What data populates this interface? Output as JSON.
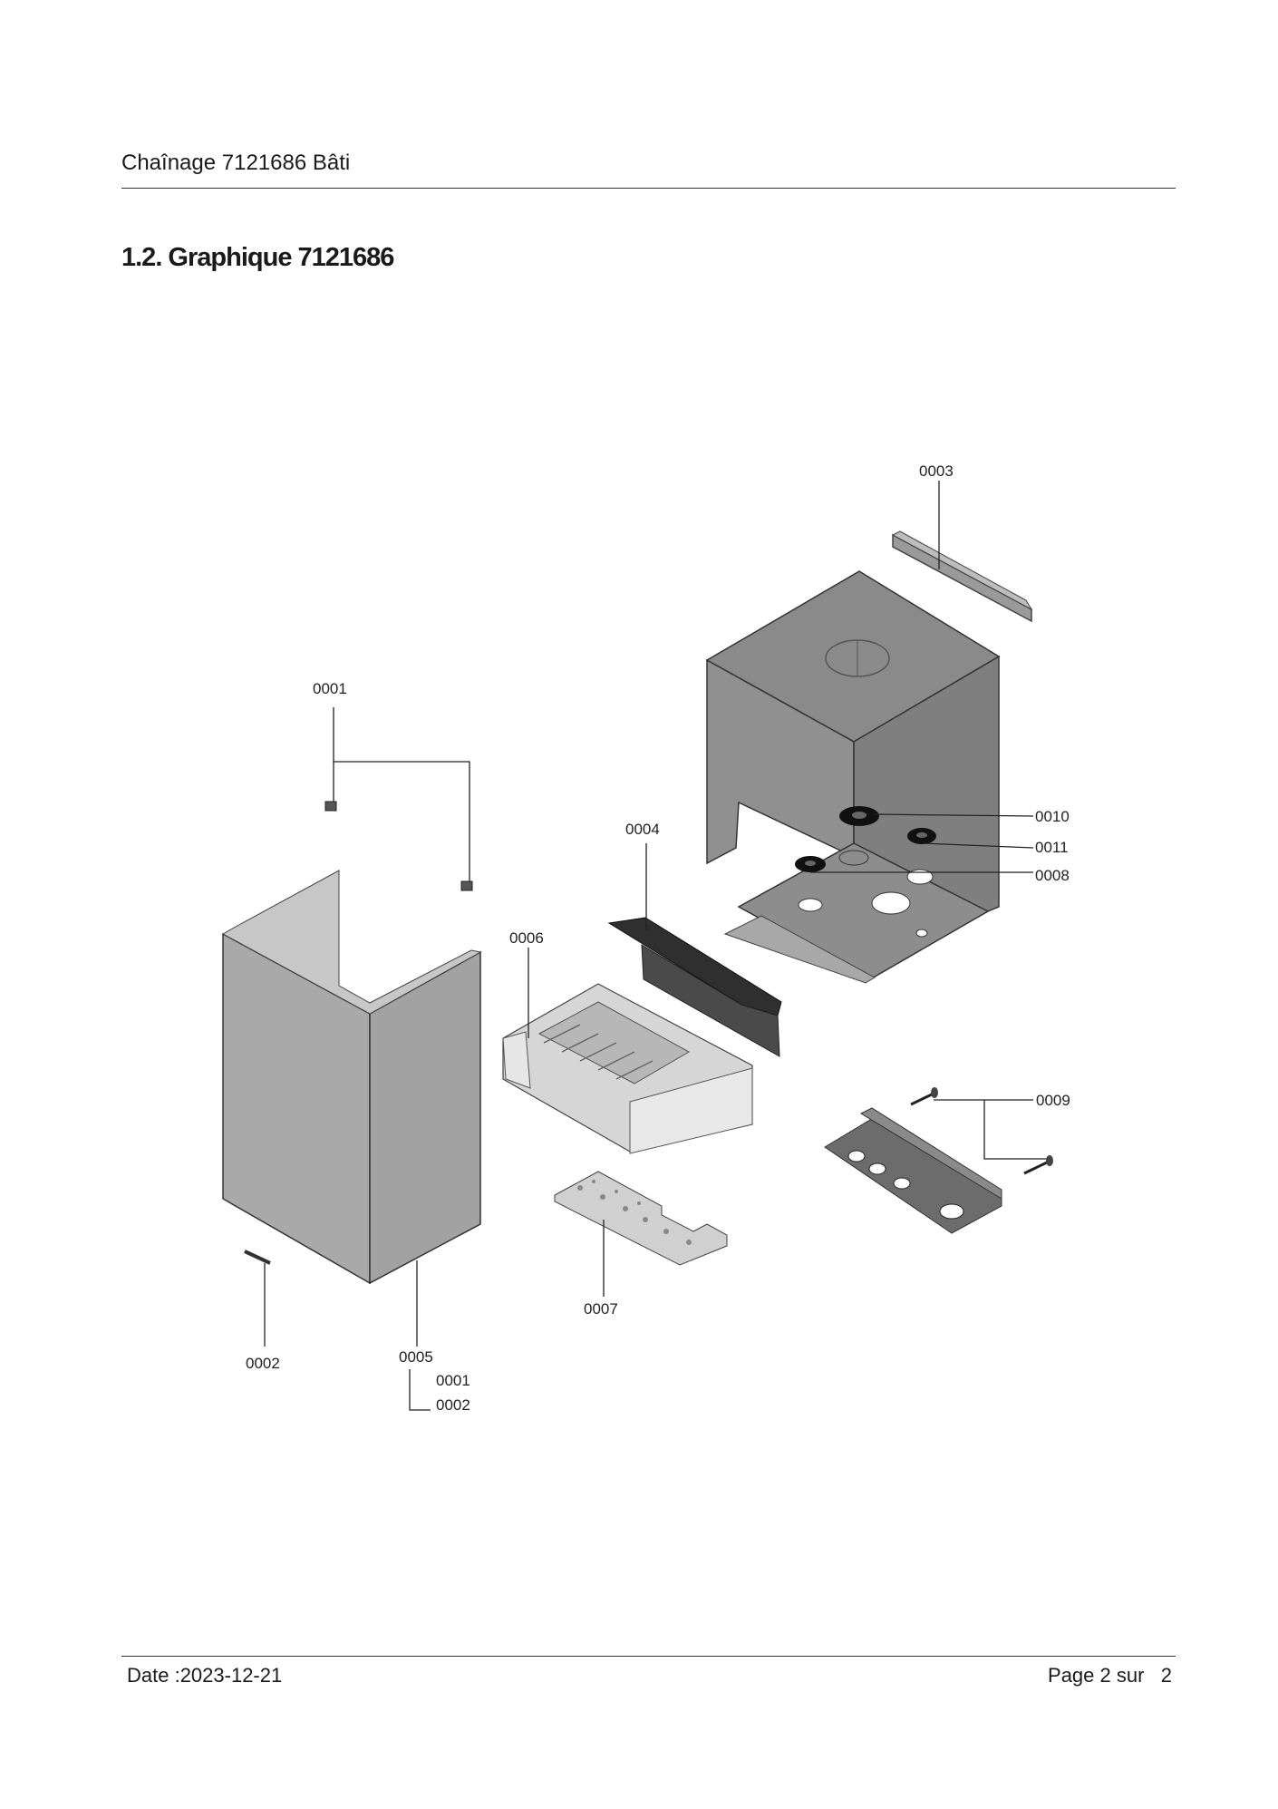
{
  "header": {
    "title": "Chaînage 7121686 Bâti"
  },
  "section": {
    "title": "1.2. Graphique 7121686"
  },
  "diagram": {
    "labels": {
      "p0003": "0003",
      "p0001": "0001",
      "p0004": "0004",
      "p0010": "0010",
      "p0011": "0011",
      "p0008": "0008",
      "p0006": "0006",
      "p0009": "0009",
      "p0007": "0007",
      "p0002": "0002",
      "p0005": "0005",
      "p0005_sub1": "0001",
      "p0005_sub2": "0002"
    }
  },
  "footer": {
    "date": "Date :2023-12-21",
    "page": "Page 2 sur   2"
  }
}
